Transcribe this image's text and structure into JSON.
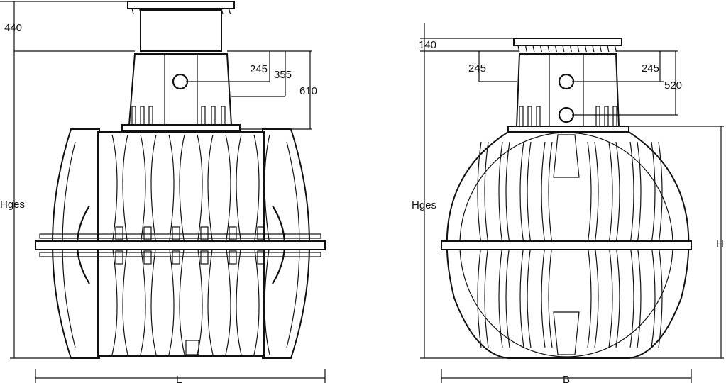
{
  "side_view": {
    "dims": {
      "top_height": "440",
      "inlet_offset": "245",
      "outlet_offset": "355",
      "riser_height": "610",
      "total_height": "Hges",
      "length": "L"
    }
  },
  "front_view": {
    "dims": {
      "top_height": "140",
      "left_offset": "245",
      "right_offset": "245",
      "riser_height": "520",
      "total_height": "Hges",
      "width": "B",
      "height": "H"
    }
  },
  "colors": {
    "ink": "#111111",
    "background": "#ffffff"
  }
}
